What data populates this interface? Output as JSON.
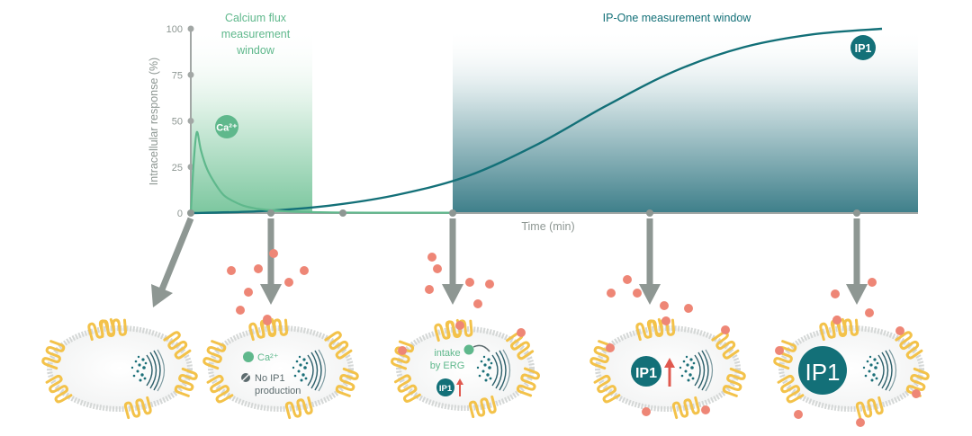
{
  "chart": {
    "y_axis_label": "Intracellular response (%)",
    "x_axis_label": "Time (min)",
    "y_ticks": [
      "100",
      "75",
      "50",
      "25",
      "0"
    ],
    "calcium_window_label": [
      "Calcium flux",
      "measurement",
      "window"
    ],
    "ipone_window_label": "IP-One measurement window",
    "ca_badge": "Ca²⁺",
    "ip1_badge": "IP1"
  },
  "chart_data": {
    "type": "line",
    "ylabel": "Intracellular response (%)",
    "xlabel": "Time (min)",
    "ylim": [
      0,
      100
    ],
    "series": [
      {
        "name": "Ca²⁺",
        "x": [
          0,
          0.03,
          0.08,
          0.15,
          0.25,
          0.4,
          0.6,
          0.8,
          1.0,
          1.3,
          1.6,
          2.0,
          2.5,
          3.0,
          4.0,
          6.0,
          10.0
        ],
        "values": [
          0,
          12,
          30,
          44,
          34,
          24,
          16,
          10,
          7,
          4,
          2.5,
          1.5,
          0.8,
          0.5,
          0.3,
          0.2,
          0.2
        ]
      },
      {
        "name": "IP1",
        "x": [
          0,
          1,
          2,
          3,
          4,
          5,
          6,
          7,
          8,
          9,
          10
        ],
        "values": [
          0,
          1,
          4,
          10,
          20,
          37,
          58,
          77,
          90,
          97,
          100
        ]
      }
    ],
    "colors": {
      "calcium": "#5fb88c",
      "ip1": "#137078",
      "axis": "#a2a7a5",
      "arrow": "#8e9793"
    }
  },
  "cells": {
    "cell2_ca_label": "Ca²⁺",
    "cell2_no_ip1": [
      "No IP1",
      "production"
    ],
    "cell3_intake": [
      "intake",
      "by ERG"
    ],
    "cell3_ip1": "IP1",
    "cell4_ip1": "IP1",
    "cell5_ip1": "IP1"
  }
}
